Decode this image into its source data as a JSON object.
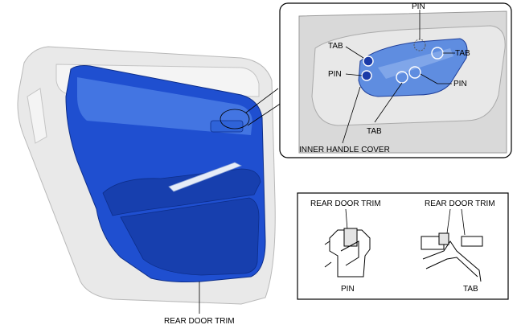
{
  "labels": {
    "rear_door_trim_main": "REAR DOOR TRIM",
    "inner_handle_cover": "INNER HANDLE COVER",
    "pin_top": "PIN",
    "pin_left": "PIN",
    "pin_right": "PIN",
    "tab_left": "TAB",
    "tab_right": "TAB",
    "tab_bottom": "TAB"
  },
  "legend": {
    "pin_title": "REAR DOOR TRIM",
    "tab_title": "REAR DOOR TRIM",
    "pin_caption": "PIN",
    "tab_caption": "TAB"
  },
  "colors": {
    "trim_blue": "#1f4fd0",
    "door_gray": "#e9e9e9",
    "outline": "#000000"
  }
}
